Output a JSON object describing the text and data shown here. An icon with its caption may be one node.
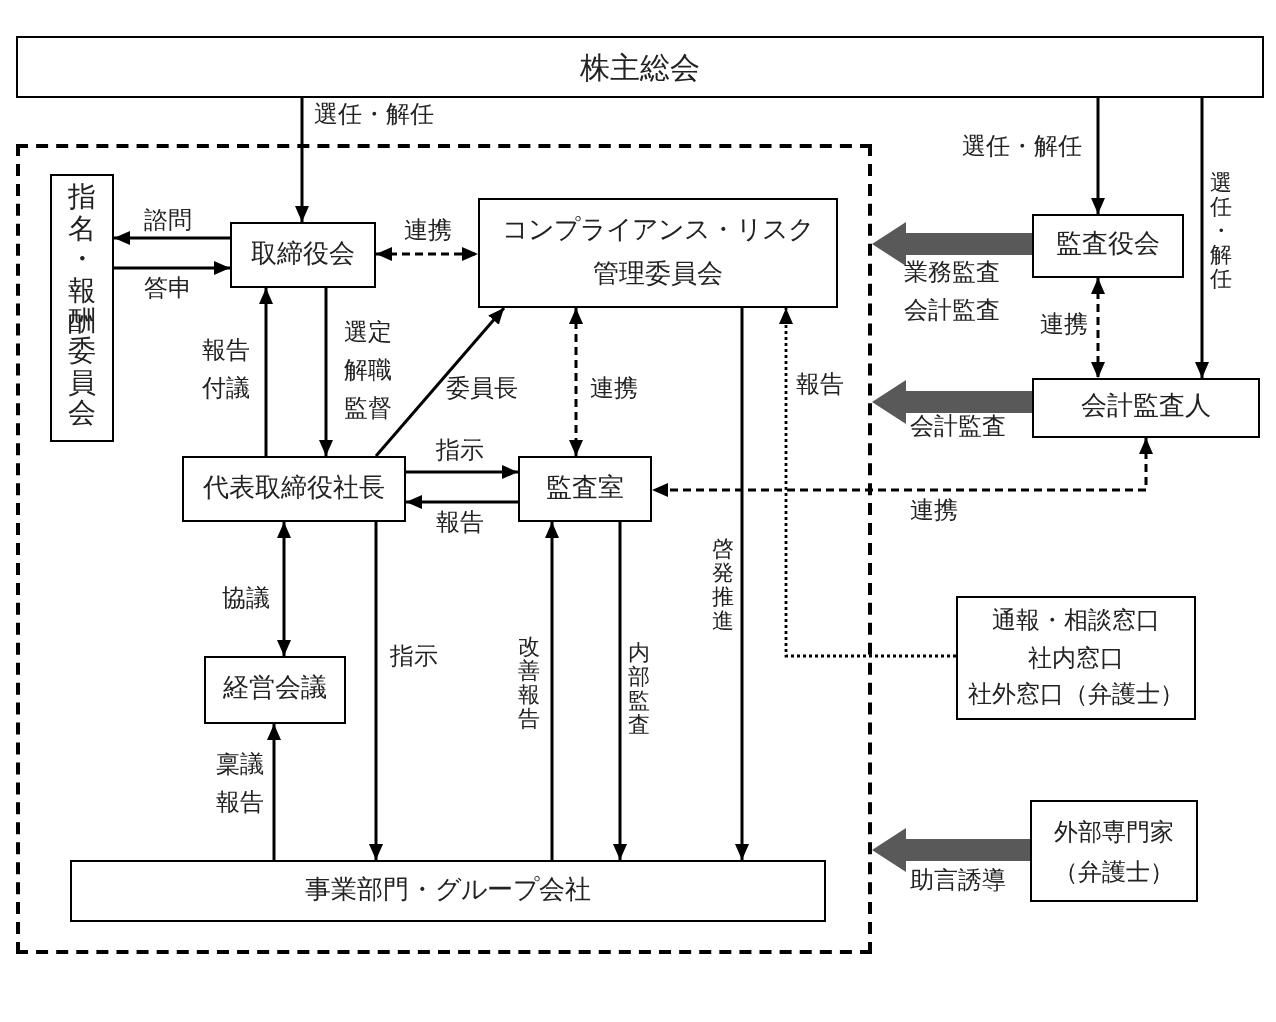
{
  "diagram": {
    "nodes": [
      {
        "text": [
          "株主総会"
        ]
      },
      {
        "text": [],
        "shape": "box"
      },
      {
        "text": [
          "指名・報酬委員会"
        ],
        "in": 1
      },
      {
        "text": [
          "取締役会"
        ],
        "in": 1
      },
      {
        "text": [
          "コンプライアンス・リスク管理委員会"
        ],
        "in": 1
      },
      {
        "text": [
          "代表取締役社長"
        ],
        "in": 1
      },
      {
        "text": [
          "監査室"
        ],
        "in": 1
      },
      {
        "text": [
          "経営会議"
        ],
        "in": 1
      },
      {
        "text": [
          "事業部門・グループ会社"
        ],
        "in": 1
      },
      {
        "text": [
          "監査役会"
        ]
      },
      {
        "text": [
          "会計監査人"
        ]
      },
      {
        "text": [
          "通報・相談窓口",
          "社内窓口",
          "社外窓口（弁護士）"
        ]
      },
      {
        "text": [
          "外部専門家（弁護士）"
        ]
      }
    ],
    "edges": [
      {
        "from": 0,
        "to": 3,
        "arrow": "to",
        "label": "選任・解任"
      },
      {
        "from": 0,
        "to": 9,
        "arrow": "to",
        "label": "選任・解任"
      },
      {
        "from": 0,
        "to": 10,
        "arrow": "to",
        "label": "選任・解任"
      },
      {
        "from": 3,
        "to": 2,
        "arrow": "to",
        "label": "諮問"
      },
      {
        "from": 2,
        "to": 3,
        "arrow": "to",
        "label": "答申"
      },
      {
        "from": 3,
        "to": 4,
        "arrow": "both",
        "label": "連携",
        "style": "dashed"
      },
      {
        "from": 5,
        "to": 3,
        "arrow": "to",
        "label": "報告付議"
      },
      {
        "from": 3,
        "to": 5,
        "arrow": "to",
        "label": "選定解職監督"
      },
      {
        "from": 5,
        "to": 4,
        "arrow": "to",
        "label": "委員長"
      },
      {
        "from": 4,
        "to": 6,
        "arrow": "both",
        "label": "連携",
        "style": "dashed"
      },
      {
        "from": 5,
        "to": 6,
        "arrow": "to",
        "label": "指示"
      },
      {
        "from": 6,
        "to": 5,
        "arrow": "to",
        "label": "報告"
      },
      {
        "from": 5,
        "to": 7,
        "arrow": "both",
        "label": "協議"
      },
      {
        "from": 5,
        "to": 8,
        "arrow": "to",
        "label": "指示"
      },
      {
        "from": 8,
        "to": 7,
        "arrow": "to",
        "label": "稟議報告"
      },
      {
        "from": 8,
        "to": 6,
        "arrow": "to",
        "label": "改善報告"
      },
      {
        "from": 6,
        "to": 8,
        "arrow": "to",
        "label": "内部監査"
      },
      {
        "from": 4,
        "to": 8,
        "arrow": "to",
        "label": "啓発推進"
      },
      {
        "from": 11,
        "to": 4,
        "arrow": "to",
        "label": "報告",
        "style": "dashed"
      },
      {
        "from": 10,
        "to": 6,
        "arrow": "both",
        "label": "連携",
        "style": "dashed"
      },
      {
        "from": 9,
        "to": 10,
        "arrow": "both",
        "label": "連携",
        "style": "dashed"
      },
      {
        "from": 9,
        "to": 1,
        "arrow": "to",
        "label": "業務監査会計監査",
        "style": "thick",
        "color": "#595959"
      },
      {
        "from": 10,
        "to": 1,
        "arrow": "to",
        "label": "会計監査",
        "style": "thick",
        "color": "#595959"
      },
      {
        "from": 12,
        "to": 1,
        "arrow": "to",
        "label": "助言誘導",
        "style": "thick",
        "color": "#595959"
      }
    ]
  }
}
